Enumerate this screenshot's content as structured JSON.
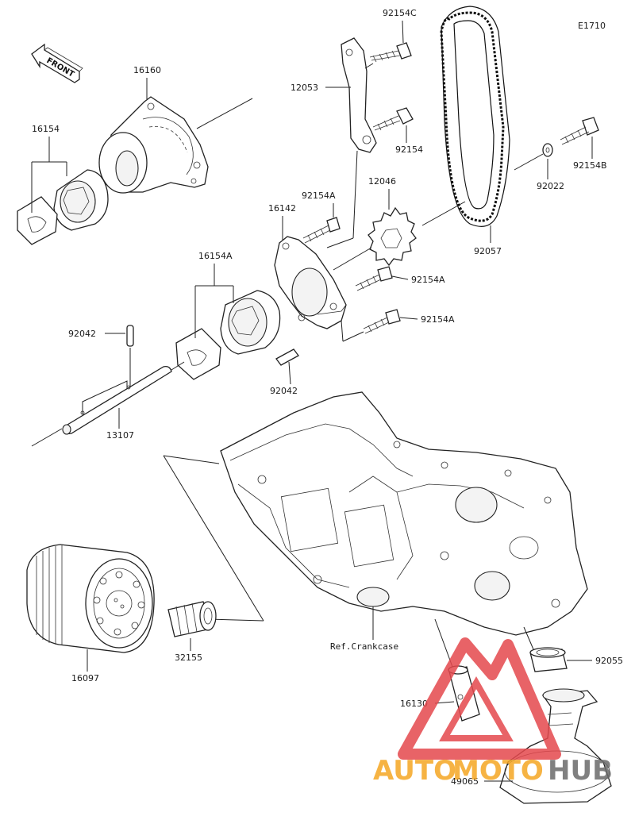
{
  "diagram_code": "E1710",
  "front_label": "FRONT",
  "parts": {
    "p16160": "16160",
    "p16154": "16154",
    "p12053": "12053",
    "p92154C": "92154C",
    "p92154": "92154",
    "p92154A_top": "92154A",
    "p12046": "12046",
    "p16142": "16142",
    "p92154B": "92154B",
    "p92022": "92022",
    "p92057": "92057",
    "p16154A": "16154A",
    "p92154A_mid": "92154A",
    "p92154A_low": "92154A",
    "p92042_top": "92042",
    "p92042_low": "92042",
    "p13107": "13107",
    "p16097": "16097",
    "p32155": "32155",
    "p92055": "92055",
    "p16130": "16130",
    "p49065": "49065"
  },
  "ref_crankcase": "Ref.Crankcase",
  "watermark": {
    "part1": "AUTO",
    "part2": "MOTO",
    "part3": "HUB",
    "color_red": "#e5484d",
    "color_orange": "#f5a623",
    "color_gray": "#6b6b6b"
  }
}
